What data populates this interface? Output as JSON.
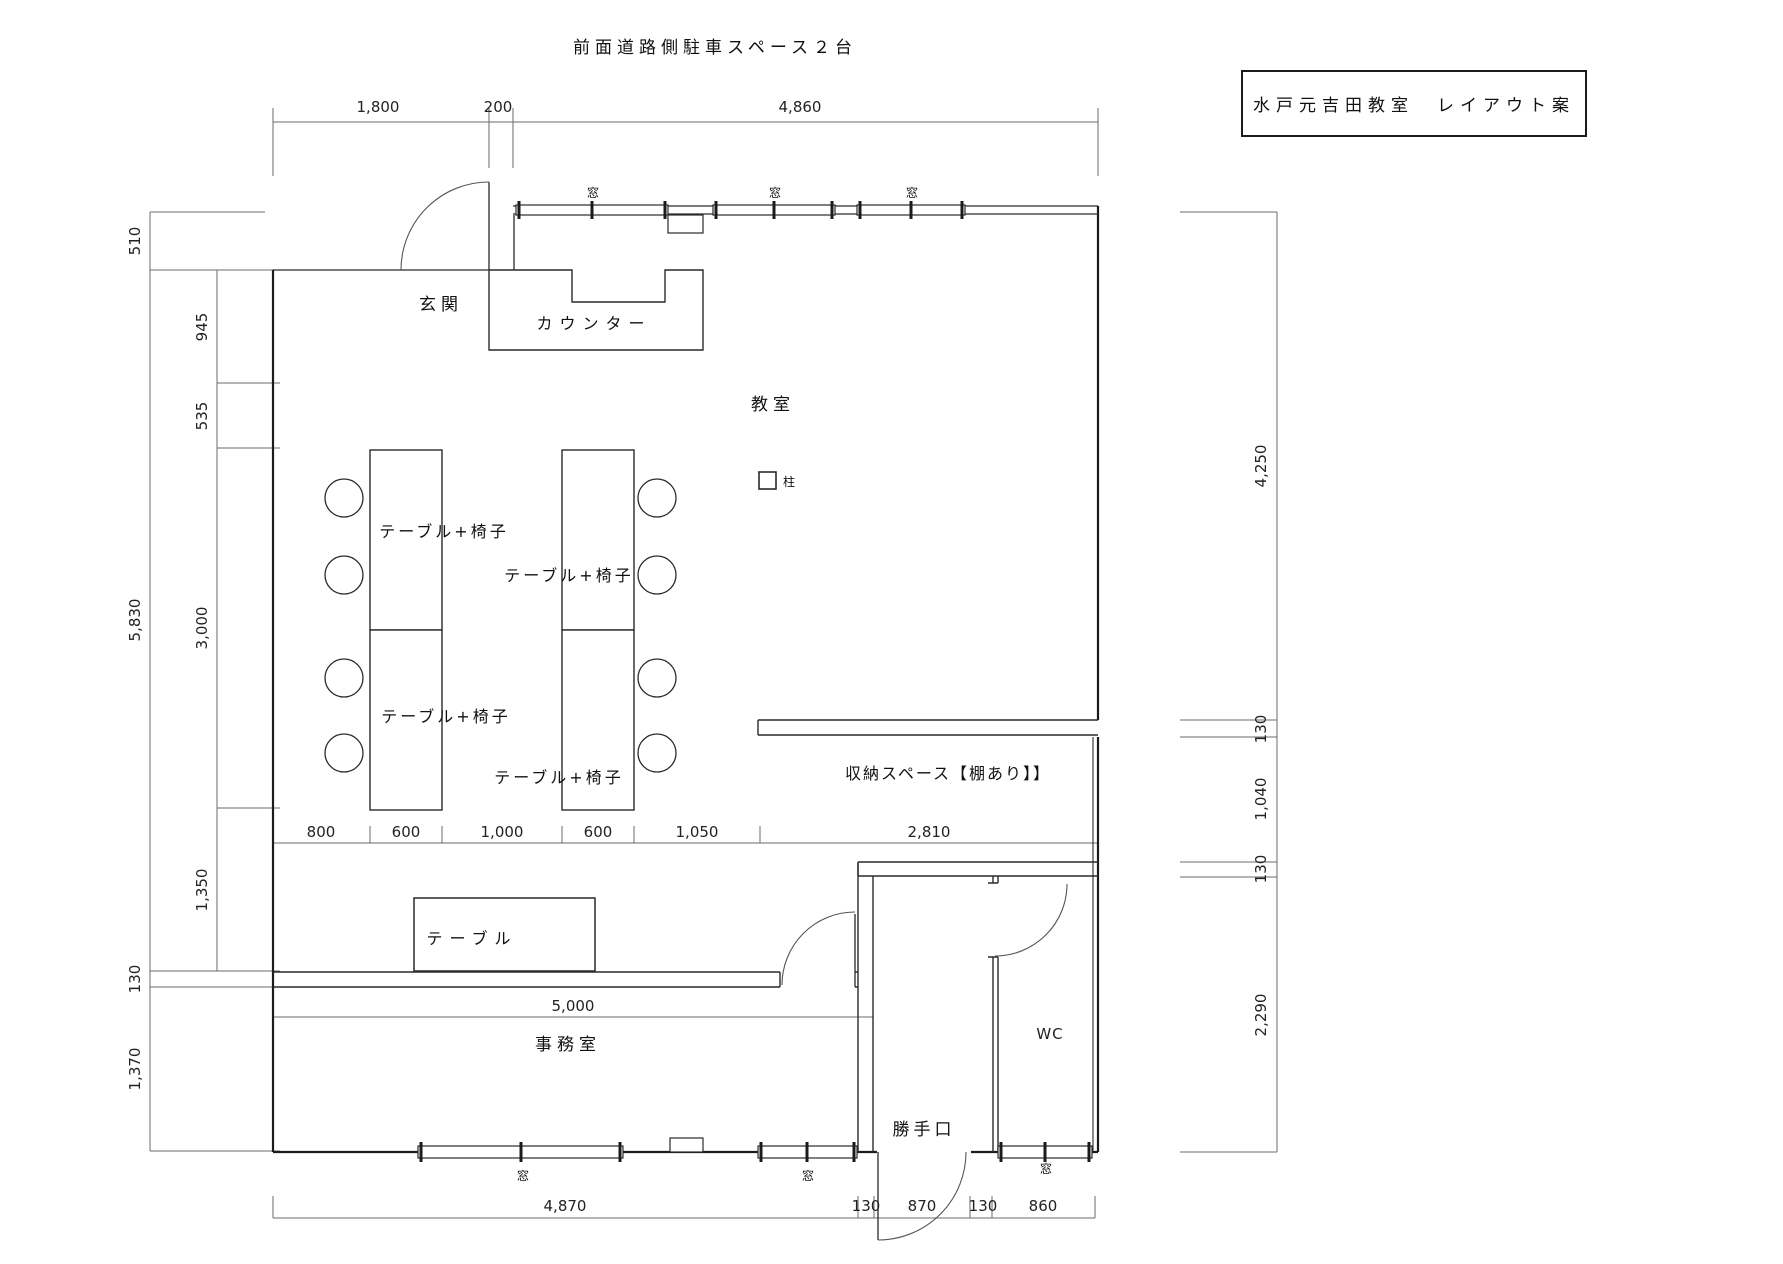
{
  "note_top": "前面道路側駐車スペース２台",
  "title_box": "水戸元吉田教室　レイアウト案",
  "rooms": {
    "genkan": "玄関",
    "counter": "カウンター",
    "classroom": "教室",
    "pillar": "柱",
    "storage": "収納スペース【棚あり】】",
    "office": "事務室",
    "wc": "WC",
    "back_door": "勝手口",
    "office_table": "テーブル",
    "table_chairs": "テーブル+椅子",
    "window": "窓"
  },
  "dims": {
    "top": [
      "1,800",
      "200",
      "4,860"
    ],
    "left_outer": [
      "510",
      "5,830",
      "130",
      "1,370"
    ],
    "left_inner": [
      "945",
      "535",
      "3,000",
      "1,350"
    ],
    "right": [
      "4,250",
      "130",
      "1,040",
      "130",
      "2,290"
    ],
    "table_row": [
      "800",
      "600",
      "1,000",
      "600",
      "1,050",
      "2,810"
    ],
    "office_width": "5,000",
    "bottom": [
      "4,870",
      "130",
      "870",
      "130",
      "860"
    ]
  }
}
